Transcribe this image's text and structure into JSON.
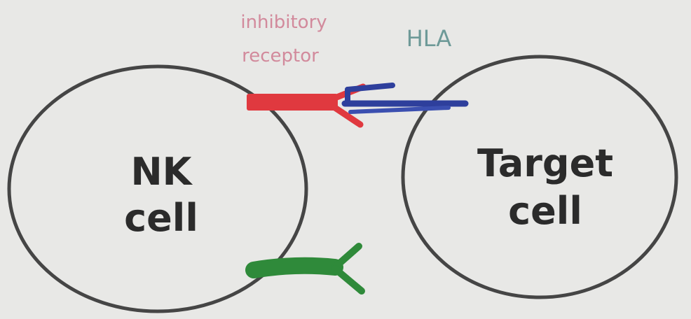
{
  "labels": {
    "receptor_line1": "inhibitory",
    "receptor_line2": "receptor",
    "hla": "HLA",
    "nk_line1": "NK",
    "nk_line2": "cell",
    "target_line1": "Target",
    "target_line2": "cell"
  },
  "colors": {
    "background": "#e8e8e6",
    "cell_outline": "#454545",
    "inhibitory_receptor": "#e0393f",
    "hla_molecule": "#2e3f9c",
    "activating_receptor": "#2f8a3a",
    "receptor_label": "#d28a9c",
    "hla_label": "#6e9a98"
  }
}
